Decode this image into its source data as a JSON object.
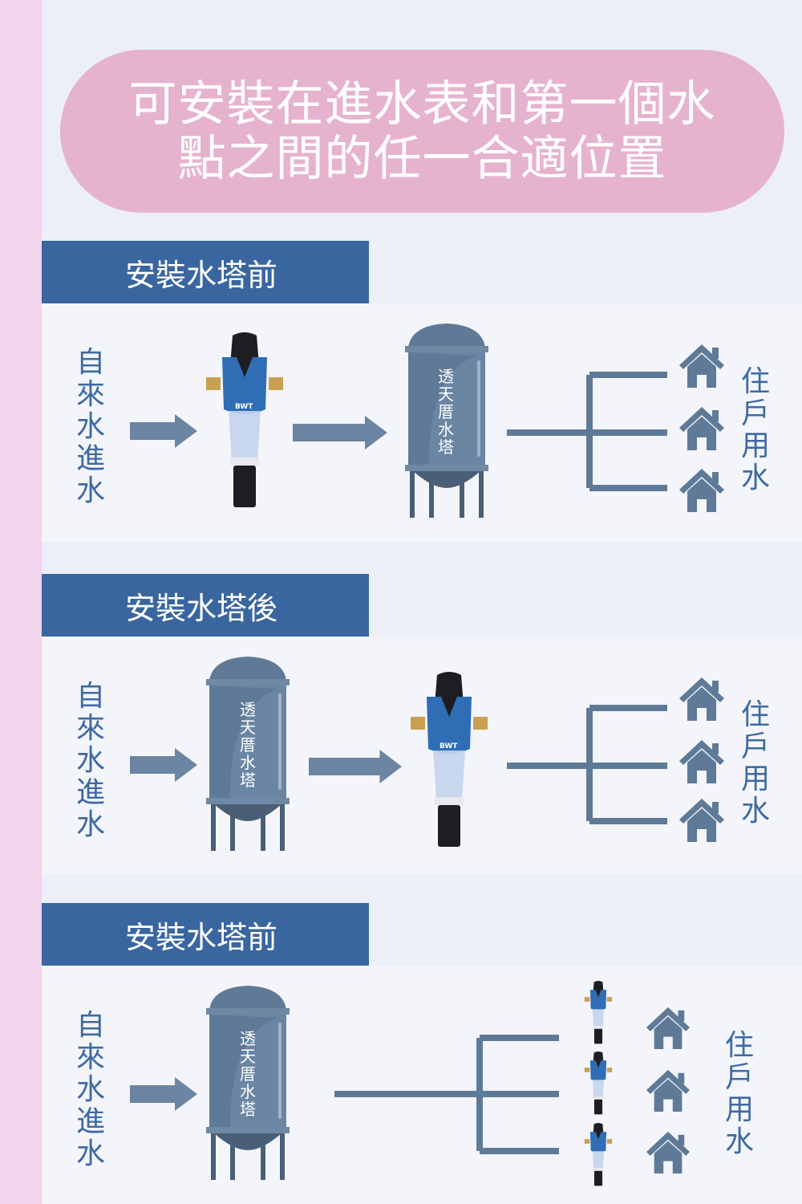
{
  "title_line1": "可安裝在進水表和第一個水",
  "title_line2": "點之間的任一合適位置",
  "sections": [
    {
      "header": "安裝水塔前",
      "inlet": "自來水進水",
      "tank": "透天厝水塔",
      "outlet": "住戶用水"
    },
    {
      "header": "安裝水塔後",
      "inlet": "自來水進水",
      "tank": "透天厝水塔",
      "outlet": "住戶用水"
    },
    {
      "header": "安裝水塔前",
      "inlet": "自來水進水",
      "tank": "透天厝水塔",
      "outlet": "住戶用水"
    }
  ],
  "filter_brand": "BWT",
  "colors": {
    "accent_blue": "#3a66a0",
    "pill_pink": "#e6b3cf",
    "stripe_pink": "#f0d5ec",
    "diagram_gray": "#5f7a97"
  }
}
